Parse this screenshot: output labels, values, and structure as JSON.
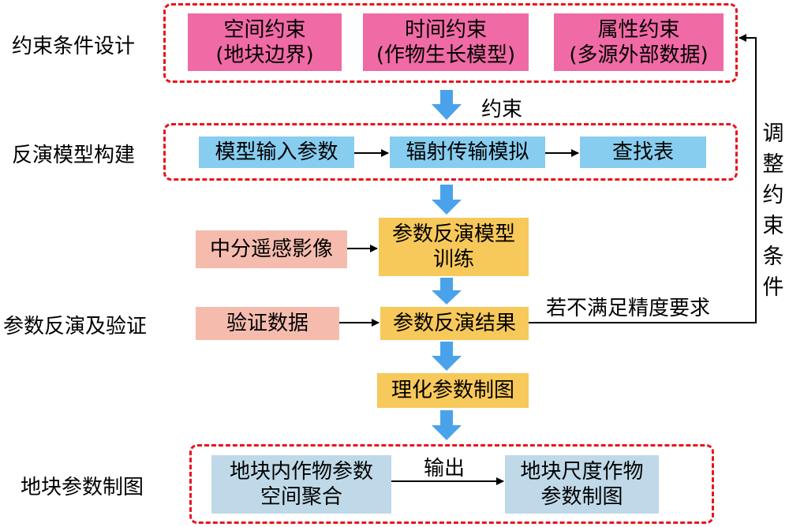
{
  "stages": {
    "constraint_design": "约束条件设计",
    "model_building": "反演模型构建",
    "inversion_validation": "参数反演及验证",
    "parcel_mapping": "地块参数制图"
  },
  "constraints": {
    "spatial": {
      "line1": "空间约束",
      "line2": "(地块边界)"
    },
    "temporal": {
      "line1": "时间约束",
      "line2": "(作物生长模型)"
    },
    "attribute": {
      "line1": "属性约束",
      "line2": "(多源外部数据)"
    }
  },
  "constraint_arrow_label": "约束",
  "model": {
    "input_params": "模型输入参数",
    "radiative_transfer": "辐射传输模拟",
    "lookup_table": "查找表"
  },
  "inversion": {
    "medium_res_imagery": "中分遥感影像",
    "training": {
      "line1": "参数反演模型",
      "line2": "训练"
    },
    "validation_data": "验证数据",
    "result": "参数反演结果",
    "accuracy_note": "若不满足精度要求",
    "mapping": "理化参数制图"
  },
  "feedback_label": [
    "调",
    "整",
    "约",
    "束",
    "条",
    "件"
  ],
  "output": {
    "aggregation": {
      "line1": "地块内作物参数",
      "line2": "空间聚合"
    },
    "label": "输出",
    "parcel_map": {
      "line1": "地块尺度作物",
      "line2": "参数制图"
    }
  },
  "colors": {
    "frame": "#e8141e",
    "constraint_box": "#f06aa5",
    "model_box": "#87cdef",
    "input_box": "#f5bcae",
    "process_box": "#f7c85a",
    "output_box": "#bfd9e8",
    "flow_arrow": "#4aa3ea"
  }
}
